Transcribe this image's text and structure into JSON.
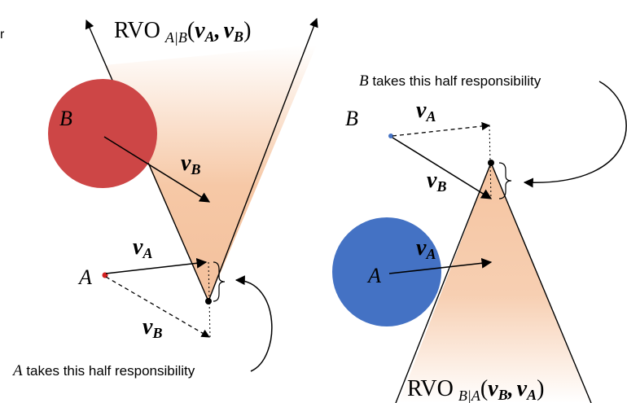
{
  "stray_text": "r",
  "left_panel": {
    "rvo_title": {
      "prefix": "RVO",
      "subscript": "A|B",
      "args_open": "(",
      "arg1": "v",
      "arg1_sub": "A",
      "comma": ",",
      "arg2": "v",
      "arg2_sub": "B",
      "args_close": ")"
    },
    "agent_b_label": "B",
    "agent_a_label": "A",
    "vb_label": {
      "v": "v",
      "sub": "B"
    },
    "va_label": {
      "v": "v",
      "sub": "A"
    },
    "vb_dashed_label": {
      "v": "v",
      "sub": "B"
    },
    "caption": {
      "agent": "A",
      "text": " takes this half responsibility"
    },
    "colors": {
      "agent_b": "#cc4444",
      "agent_a": "#cc2222",
      "cone": "#f5c4a0"
    }
  },
  "right_panel": {
    "rvo_title": {
      "prefix": "RVO",
      "subscript": "B|A",
      "args_open": "(",
      "arg1": "v",
      "arg1_sub": "B",
      "comma": ",",
      "arg2": "v",
      "arg2_sub": "A",
      "args_close": ")"
    },
    "agent_b_label": "B",
    "agent_a_label": "A",
    "va_dashed_label": {
      "v": "v",
      "sub": "A"
    },
    "vb_label": {
      "v": "v",
      "sub": "B"
    },
    "va_label": {
      "v": "v",
      "sub": "A"
    },
    "caption": {
      "agent": "B",
      "text": " takes this half responsibility"
    },
    "colors": {
      "agent_a": "#4472c4",
      "agent_b": "#4472c4",
      "cone": "#f5c4a0"
    }
  }
}
